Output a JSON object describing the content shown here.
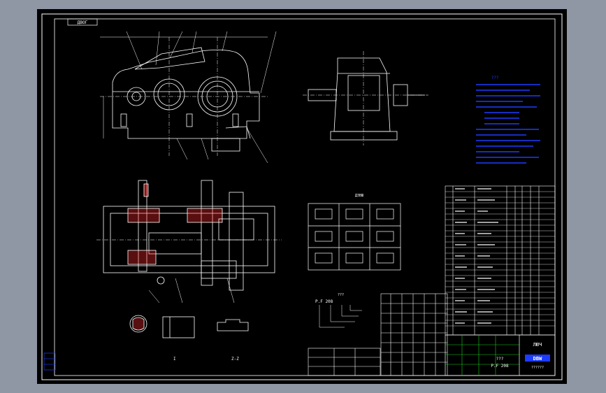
{
  "colors": {
    "background": "#8f96a4",
    "sheet": "#000000",
    "line": "#ffffff",
    "annotation": "#1e3cff",
    "green": "#1bd11b",
    "red": "#ff2a2a"
  },
  "sheet": {
    "drawing_no": "ДВОГ",
    "section_label": "ДЗВШ",
    "view_labels": {
      "left": "I",
      "right": "Z-Z"
    },
    "tech_title": "???",
    "table_title": "???",
    "gear_code": "P.F 208",
    "title_center": "???",
    "title_code": "P.F 208",
    "title_right_text": "ЛЮЧ",
    "logo_text": "DBW",
    "logo_sub": "??????"
  },
  "icons": {
    "logo": "dbw-logo-icon",
    "revision": "revision-stamp-icon"
  }
}
